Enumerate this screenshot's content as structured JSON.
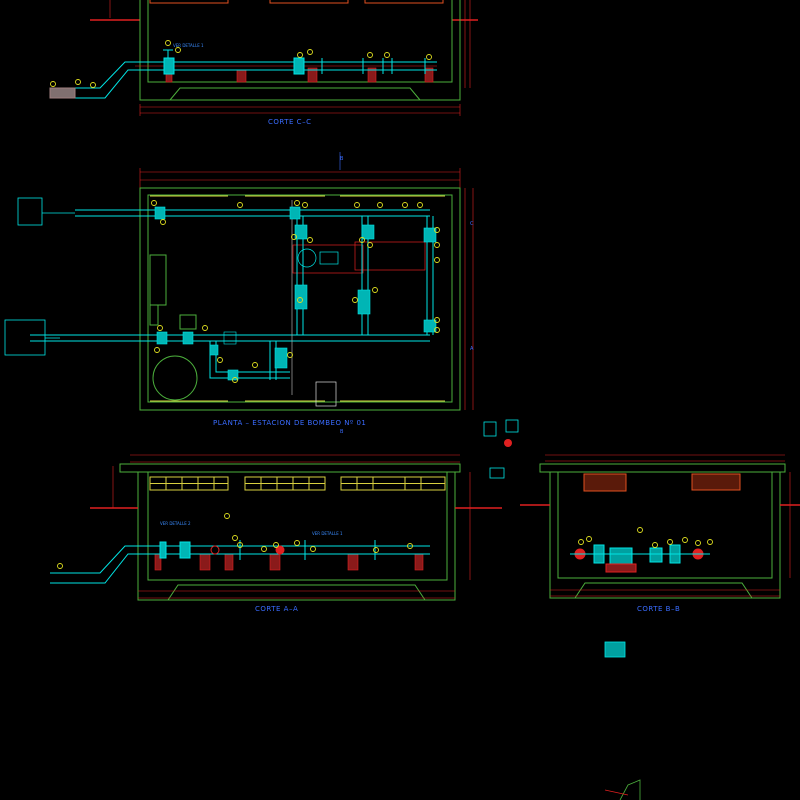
{
  "drawing": {
    "background": "#000000",
    "colors": {
      "wall": "#4caf3c",
      "pipe": "#00e5e5",
      "dimension": "#e02020",
      "callout": "#e0e020",
      "window": "#d8d040",
      "title": "#3a6cff"
    },
    "views": {
      "section_cc": {
        "title": "CORTE C–C",
        "detail_ref": "VER DETALLE 1"
      },
      "plan": {
        "title": "PLANTA – ESTACION DE BOMBEO Nº 01",
        "marker_a": "A",
        "marker_b": "B",
        "marker_c": "C"
      },
      "section_aa": {
        "title": "CORTE A–A",
        "detail_ref_2": "VER DETALLE 2",
        "detail_ref_1": "VER DETALLE 1"
      },
      "section_bb": {
        "title": "CORTE B–B"
      }
    }
  }
}
